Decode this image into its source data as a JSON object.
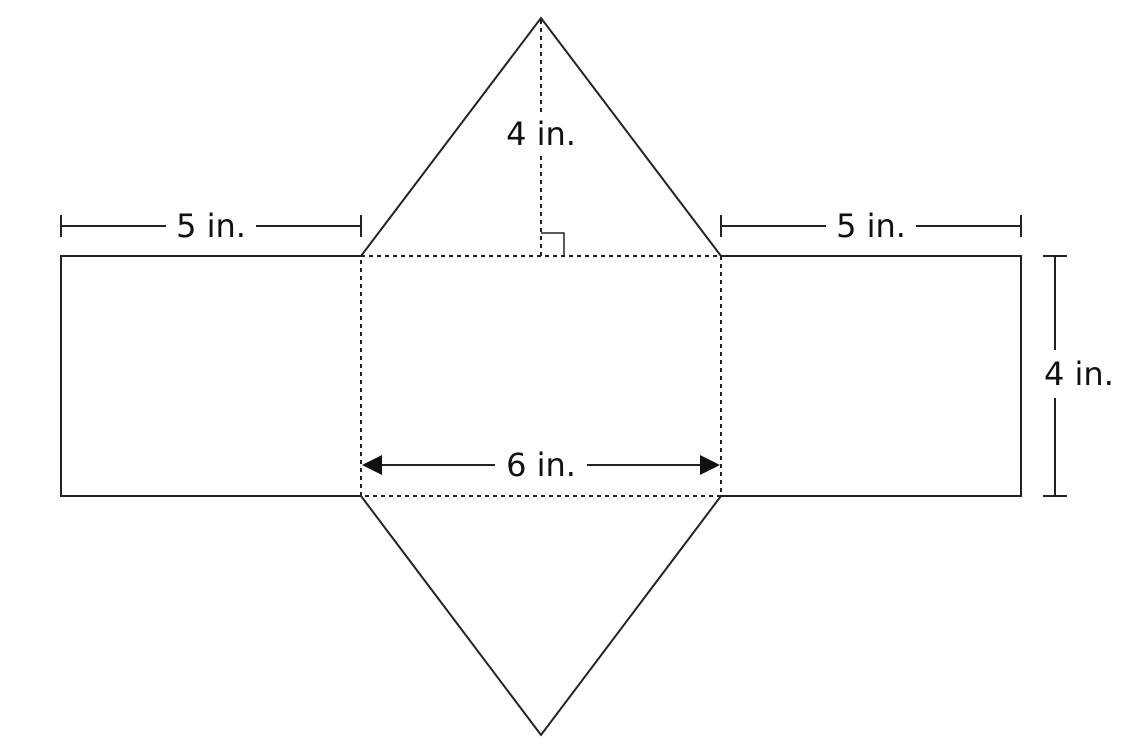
{
  "diagram": {
    "labels": {
      "left_width": "5 in.",
      "right_width": "5 in.",
      "triangle_height": "4 in.",
      "rect_height": "4 in.",
      "middle_width": "6 in."
    },
    "colors": {
      "stroke": "#222222",
      "background": "#ffffff"
    }
  }
}
